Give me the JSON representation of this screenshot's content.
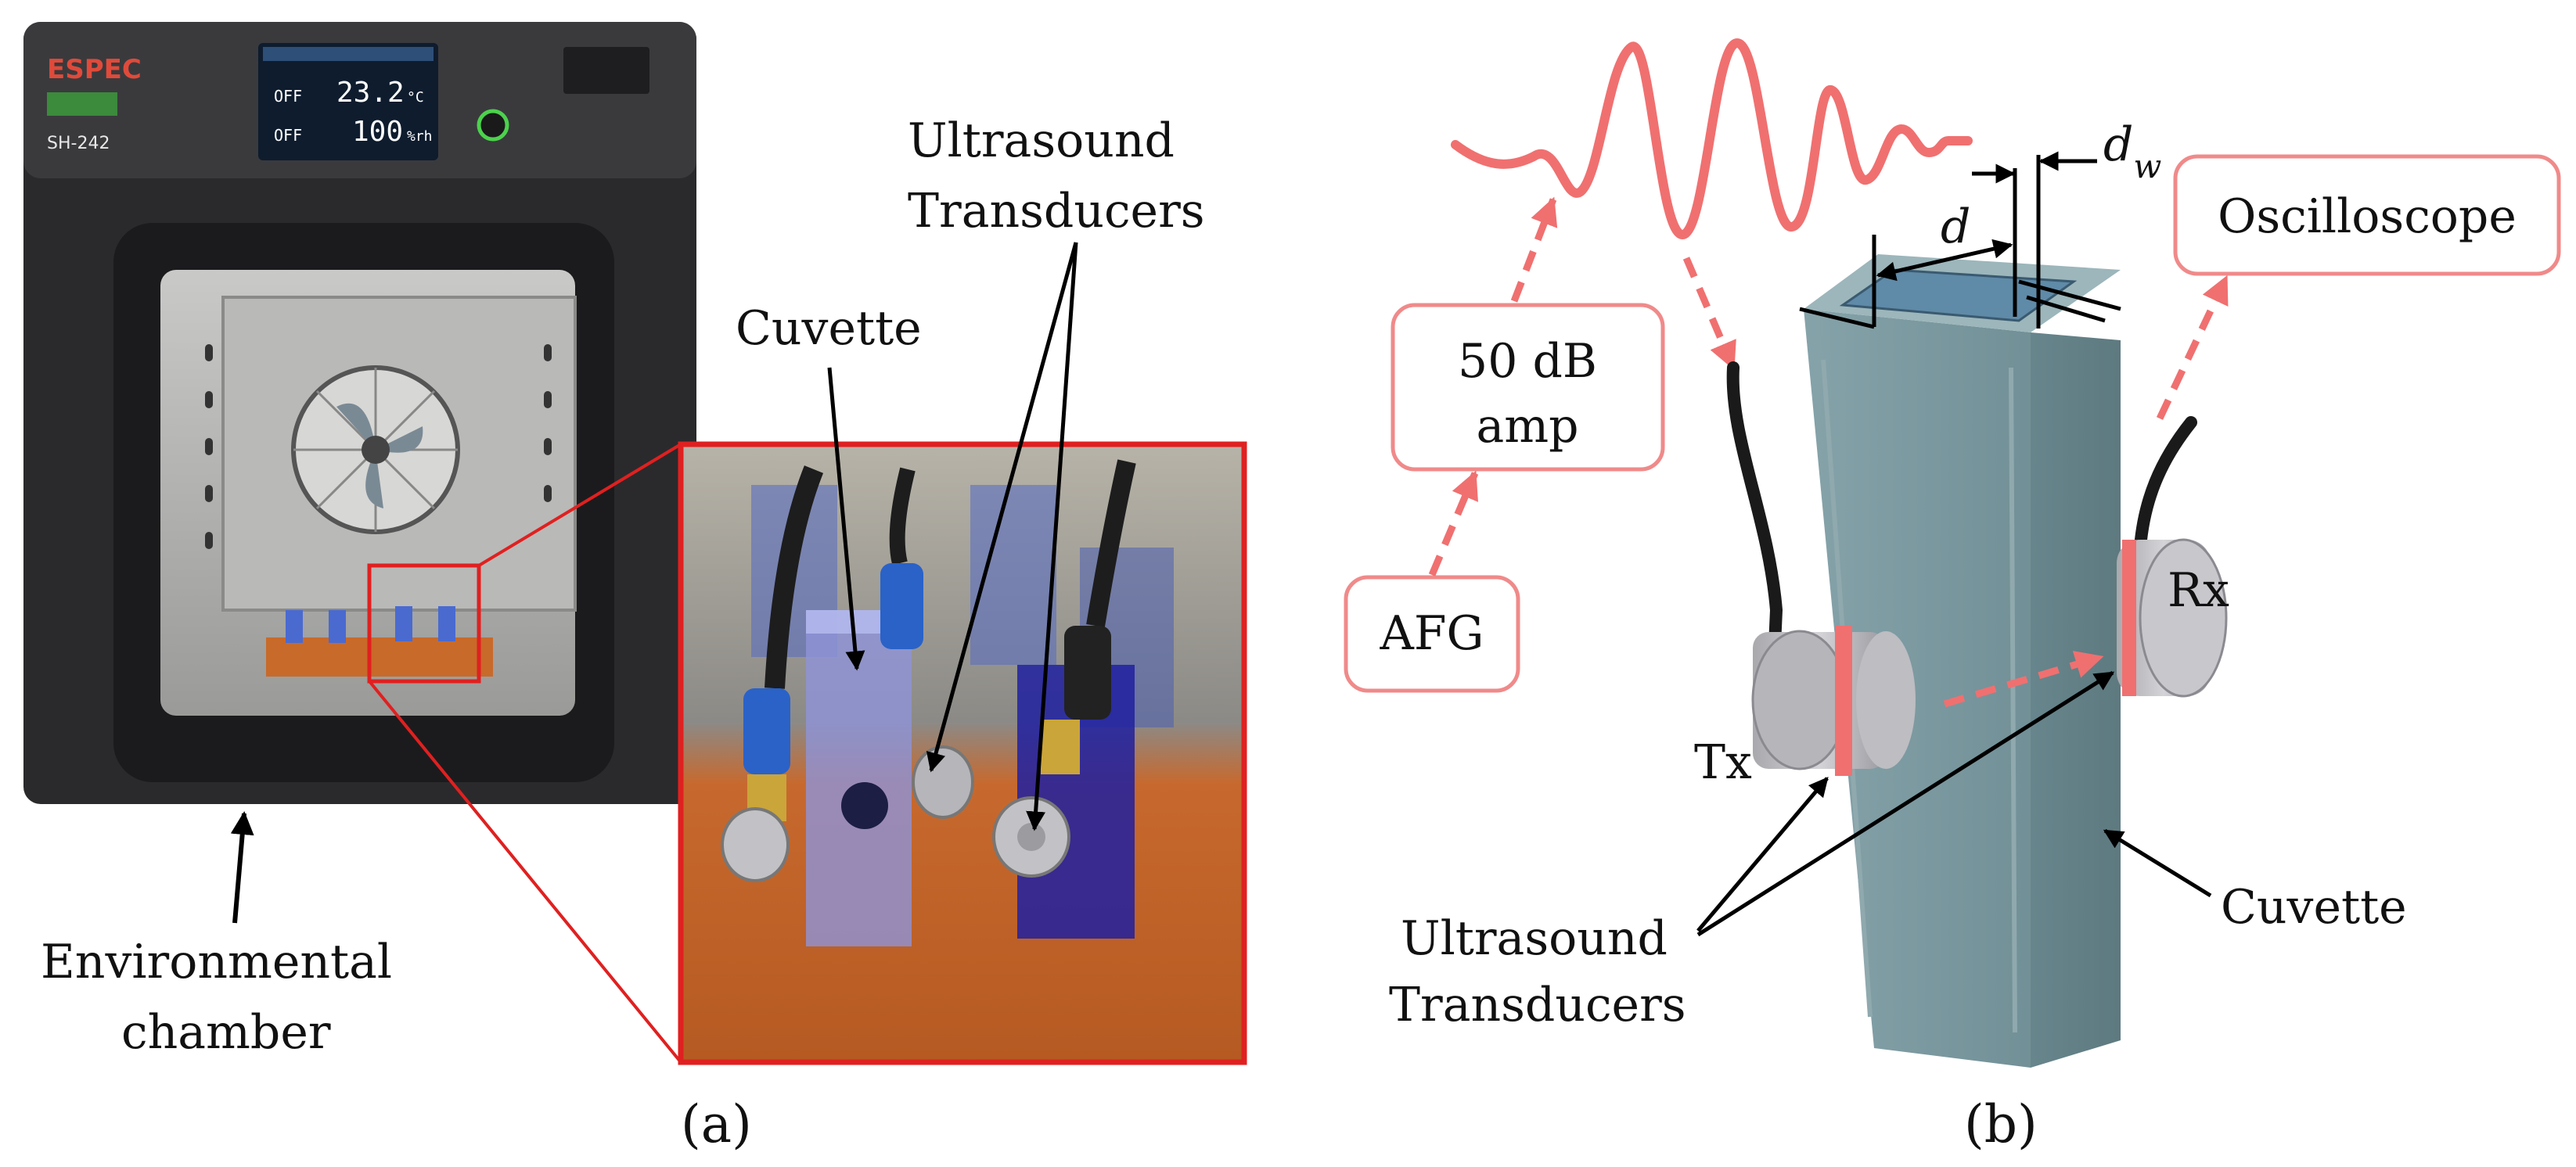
{
  "panel_a": {
    "caption": "(a)",
    "chamber": {
      "brand": "ESPEC",
      "model": "SH-242",
      "temperature": "23.2",
      "temperature_unit": "°C",
      "humidity": "100",
      "humidity_unit": "%rh",
      "mode_1": "OFF",
      "mode_2": "OFF"
    },
    "labels": {
      "cuvette": "Cuvette",
      "transducers_line1": "Ultrasound",
      "transducers_line2": "Transducers",
      "chamber_line1": "Environmental",
      "chamber_line2": "chamber"
    }
  },
  "panel_b": {
    "caption": "(b)",
    "boxes": {
      "amp_line1": "50 dB",
      "amp_line2": "amp",
      "afg": "AFG",
      "oscilloscope": "Oscilloscope"
    },
    "labels": {
      "d": "d",
      "dw_main": "d",
      "dw_sub": "w",
      "tx": "Tx",
      "rx": "Rx",
      "transducers_line1": "Ultrasound",
      "transducers_line2": "Transducers",
      "cuvette": "Cuvette"
    }
  },
  "colors": {
    "signal": "#f07070",
    "box_border": "#f08a8a",
    "inset_border": "#e02020",
    "chamber_body": "#2a2a2c",
    "cuvette_body": "#6f8e95"
  }
}
